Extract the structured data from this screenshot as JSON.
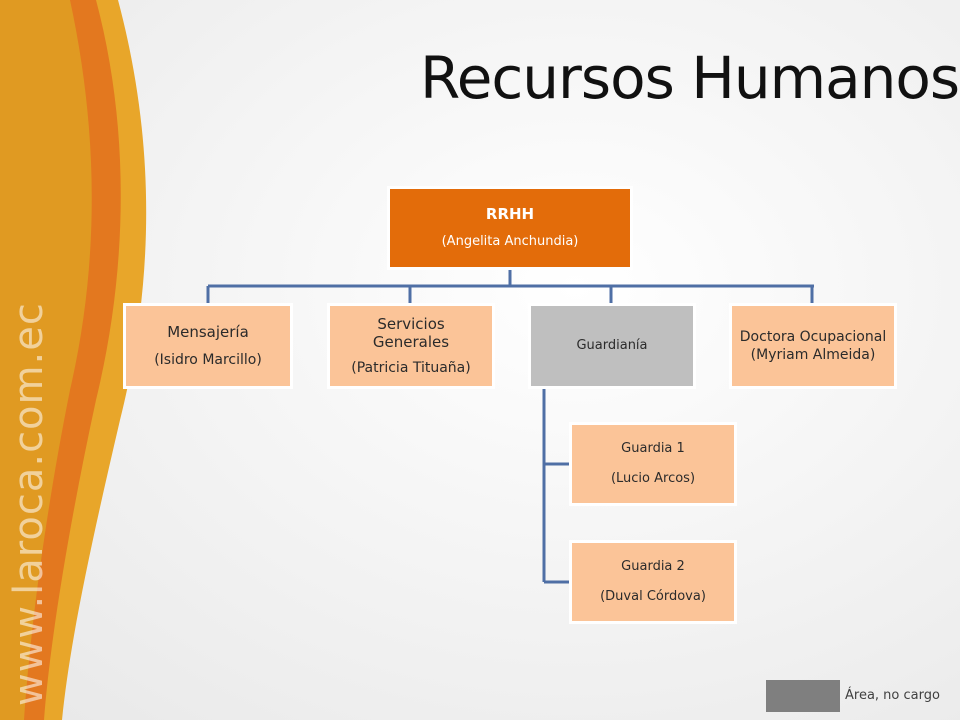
{
  "slide": {
    "title": "Recursos Humanos",
    "watermark": "www.laroca.com.ec"
  },
  "colors": {
    "root": "#e36c0a",
    "child": "#fbc498",
    "non_position": "#bfbfbf",
    "connector": "#4f6fa5",
    "legend_swatch": "#7f7f7f"
  },
  "org": {
    "root": {
      "name": "RRHH",
      "person": "(Angelita Anchundia)"
    },
    "children": [
      {
        "name": "Mensajería",
        "person": "(Isidro Marcillo)"
      },
      {
        "name": "Servicios Generales",
        "person": "(Patricia Tituaña)"
      },
      {
        "name": "Guardianía",
        "person": ""
      },
      {
        "name": "Doctora Ocupacional",
        "person": "(Myriam Almeida)"
      }
    ],
    "guardias": [
      {
        "name": "Guardia 1",
        "person": "(Lucio Arcos)"
      },
      {
        "name": "Guardia 2",
        "person": "(Duval Córdova)"
      }
    ]
  },
  "legend": {
    "label": "Área, no cargo"
  }
}
